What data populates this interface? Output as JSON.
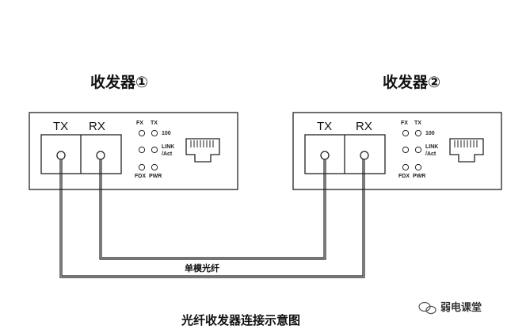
{
  "transceivers": [
    {
      "title": "收发器①",
      "ports": [
        "TX",
        "RX"
      ],
      "leds": {
        "fx": "FX",
        "tx": "TX",
        "speed": "100",
        "link": "LINK",
        "act": "/Act",
        "fdx": "FDX",
        "pwr": "PWR"
      }
    },
    {
      "title": "收发器②",
      "ports": [
        "TX",
        "RX"
      ],
      "leds": {
        "fx": "FX",
        "tx": "TX",
        "speed": "100",
        "link": "LINK",
        "act": "/Act",
        "fdx": "FDX",
        "pwr": "PWR"
      }
    }
  ],
  "fiber_label": "单模光纤",
  "caption": "光纤收发器连接示意图",
  "watermark": {
    "text": "弱电课堂",
    "icon": "wechat-icon"
  }
}
